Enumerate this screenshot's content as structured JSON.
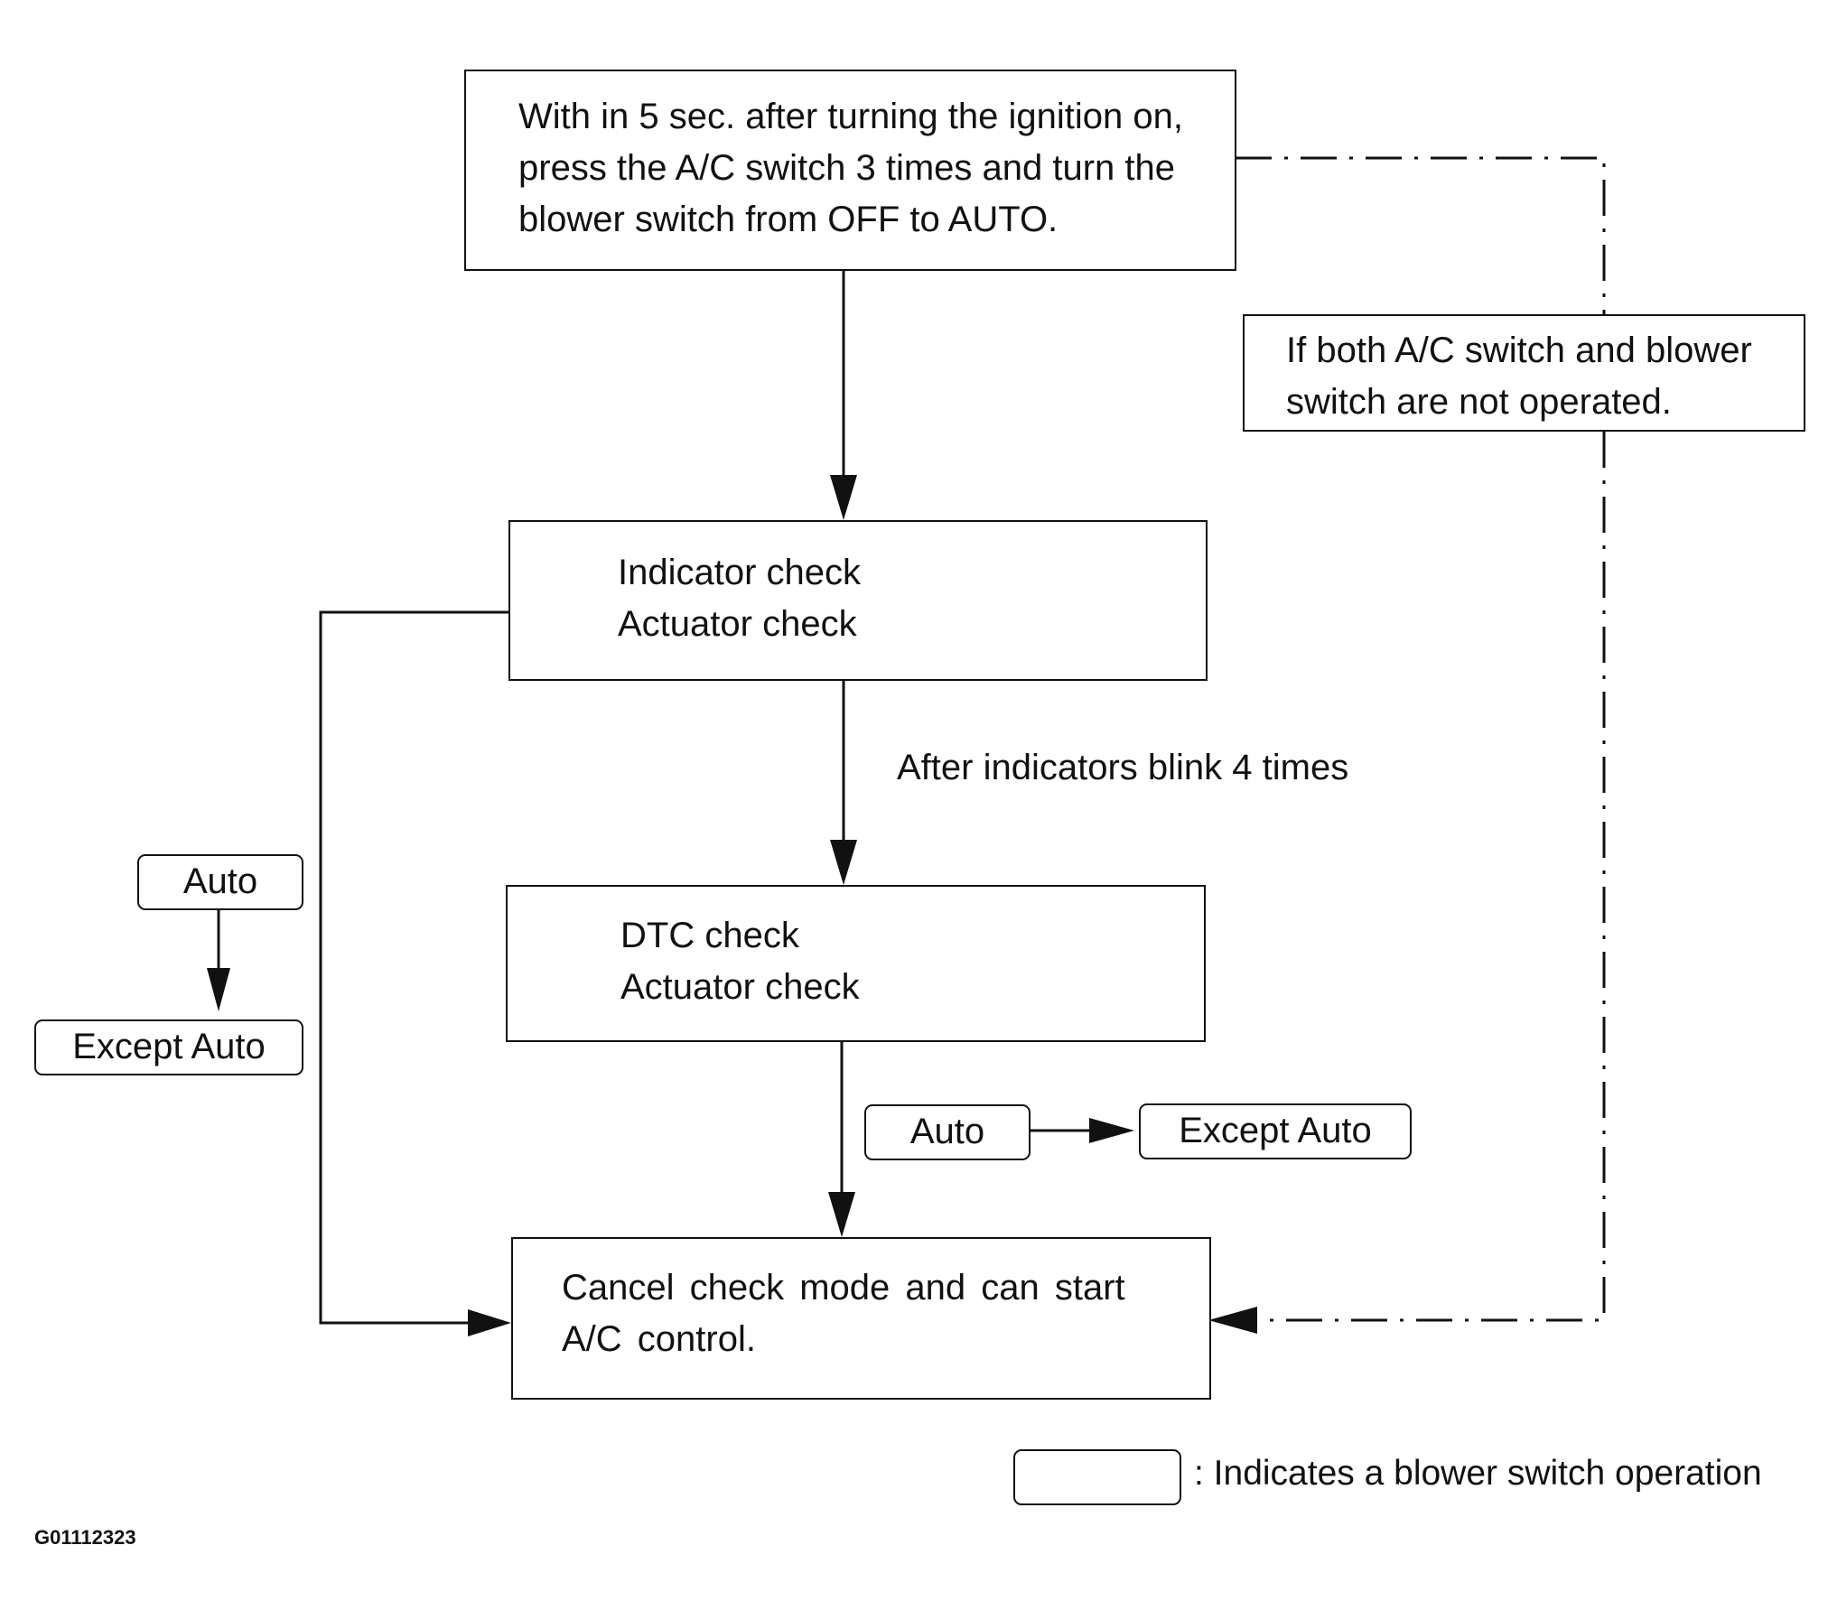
{
  "diagram": {
    "start_box": {
      "lines": [
        "With in 5 sec. after turning the ignition on,",
        "press the A/C switch 3 times and turn the",
        "blower switch from OFF to AUTO."
      ]
    },
    "branch_box": {
      "lines": [
        "If both A/C switch and blower",
        "switch are not operated."
      ]
    },
    "indicator_box": {
      "lines": [
        "Indicator check",
        "Actuator check"
      ]
    },
    "blink_label": "After indicators blink 4 times",
    "dtc_box": {
      "lines": [
        "DTC check",
        "Actuator check"
      ]
    },
    "left_switch": {
      "from": "Auto",
      "to": "Except Auto"
    },
    "middle_switch": {
      "from": "Auto",
      "to": "Except Auto"
    },
    "cancel_box": {
      "lines": [
        "Cancel check mode and can start",
        "A/C control."
      ]
    },
    "legend": {
      "text": ": Indicates a blower switch operation"
    },
    "figure_code": "G01112323"
  }
}
